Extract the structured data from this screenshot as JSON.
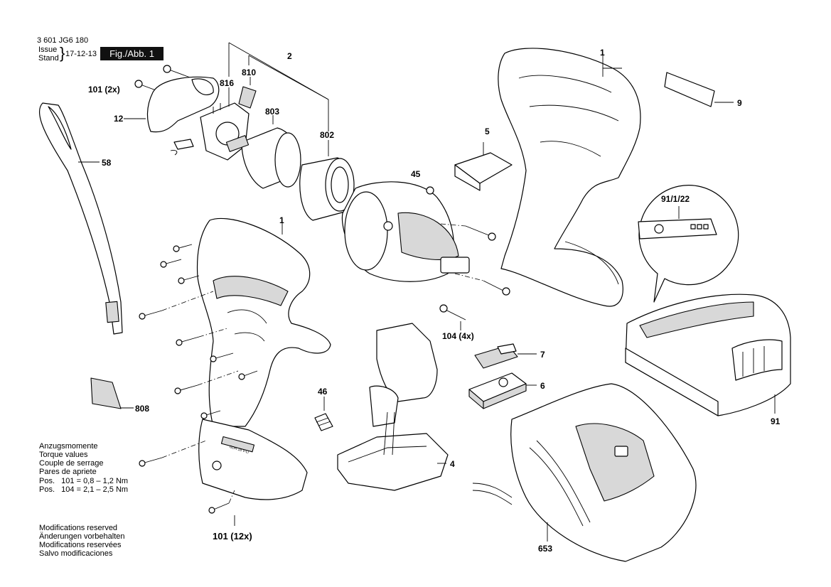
{
  "header": {
    "part_number": "3 601 JG6 180",
    "issue_label": "Issue",
    "stand_label": "Stand",
    "date": "17-12-13",
    "figure_label": "Fig./Abb. 1"
  },
  "callouts": {
    "c1_top": "1",
    "c2": "2",
    "c816": "816",
    "c810": "810",
    "c803": "803",
    "c802": "802",
    "c101_2x": "101 (2x)",
    "c12": "12",
    "c58": "58",
    "c5": "5",
    "c45": "45",
    "c9": "9",
    "c91_1_22": "91/1/22",
    "c1_mid": "1",
    "c104_4x": "104 (4x)",
    "c7": "7",
    "c6": "6",
    "c46": "46",
    "c4": "4",
    "c808": "808",
    "c91": "91",
    "c653": "653",
    "c101_12x": "101 (12x)"
  },
  "torque": {
    "line1": "Anzugsmomente",
    "line2": "Torque values",
    "line3": "Couple de serrage",
    "line4": "Pares de apriete",
    "line5": "Pos.   101 = 0,8 – 1,2 Nm",
    "line6": "Pos.   104 = 2,1 – 2,5 Nm"
  },
  "modifications": {
    "line1": "Modifications reserved",
    "line2": "Änderungen vorbehalten",
    "line3": "Modifications reservées",
    "line4": "Salvo modificaciones"
  },
  "housing_label": "GDR 18 V-LI",
  "colors": {
    "ink": "#000000",
    "figure_bg": "#111111",
    "part_shade": "#d8d8d8"
  }
}
